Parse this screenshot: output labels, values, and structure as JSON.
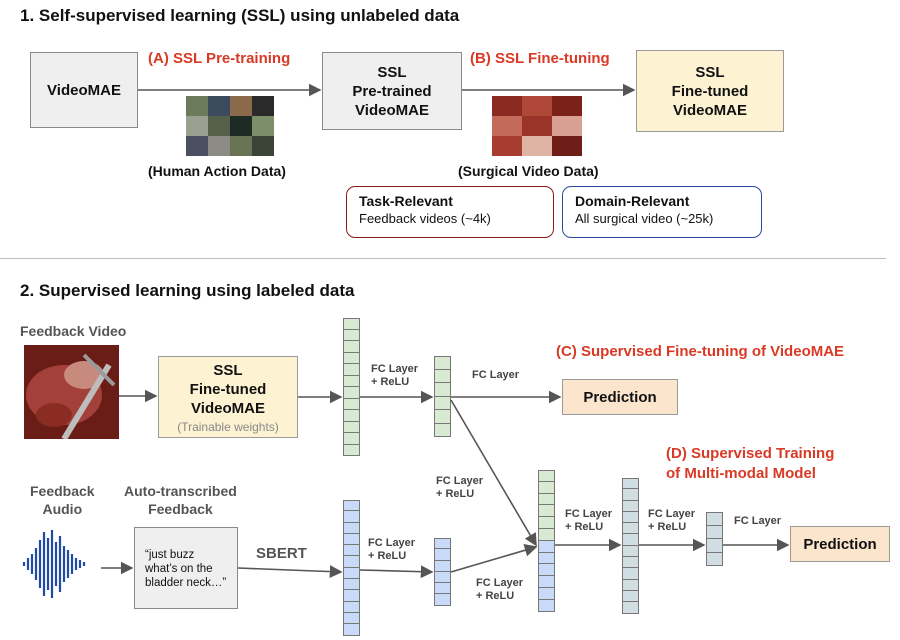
{
  "section1": {
    "title": "1. Self-supervised learning (SSL) using unlabeled data",
    "videomae": "VideoMAE",
    "ssl_pretrain_label": "(A) SSL Pre-training",
    "pretrained": [
      "SSL",
      "Pre-trained",
      "VideoMAE"
    ],
    "ssl_finetune_label": "(B) SSL Fine-tuning",
    "finetuned": [
      "SSL",
      "Fine-tuned",
      "VideoMAE"
    ],
    "human_data": "(Human Action Data)",
    "surgical_data": "(Surgical Video Data)",
    "task_relevant": {
      "title": "Task-Relevant",
      "desc": "Feedback videos (~4k)",
      "color": "#8b1a1a"
    },
    "domain_relevant": {
      "title": "Domain-Relevant",
      "desc": "All surgical video (~25k)",
      "color": "#2a4b9b"
    }
  },
  "section2": {
    "title": "2. Supervised learning using labeled data",
    "feedback_video": "Feedback Video",
    "finetuned_box": [
      "SSL",
      "Fine-tuned",
      "VideoMAE"
    ],
    "trainable": "(Trainable weights)",
    "fc_relu": [
      "FC Layer",
      "+ ReLU"
    ],
    "fc_layer": "FC Layer",
    "prediction": "Prediction",
    "c_label": "(C) Supervised Fine-tuning of VideoMAE",
    "d_label": [
      "(D) Supervised Training",
      "of Multi-modal Model"
    ],
    "feedback_audio": [
      "Feedback",
      "Audio"
    ],
    "auto_transcribed": [
      "Auto-transcribed",
      "Feedback"
    ],
    "quote": "“just buzz what’s on the bladder neck…”",
    "sbert": "SBERT"
  },
  "colors": {
    "accent_red": "#d93a25",
    "green": "#d9ead3",
    "blue": "#c9daf8",
    "yellow": "#fdf3d2",
    "peach": "#fbe5cd"
  }
}
